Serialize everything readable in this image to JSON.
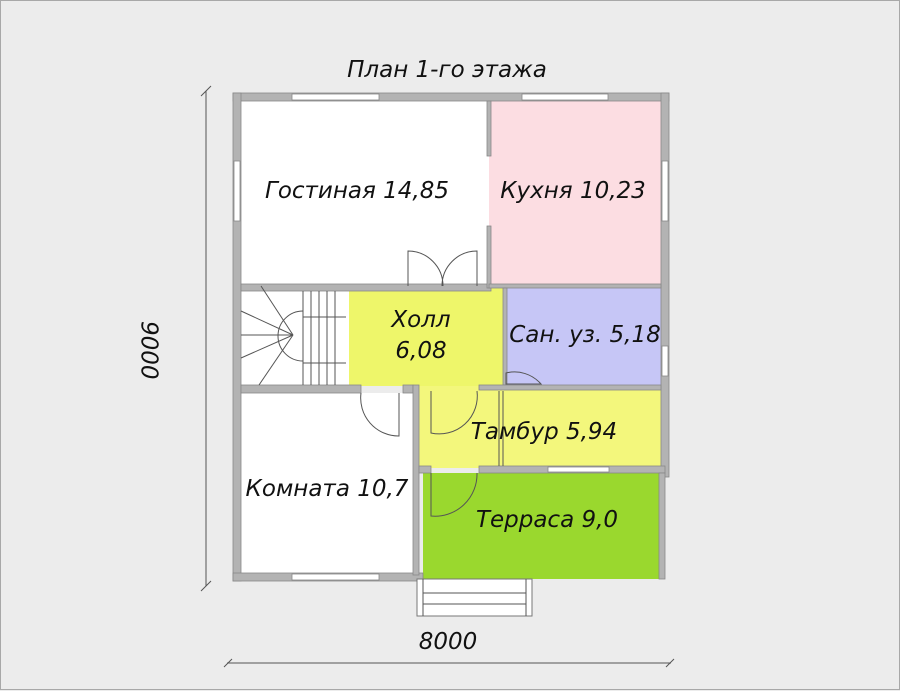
{
  "title": "План 1-го этажа",
  "dimensions": {
    "height": "9000",
    "width": "8000"
  },
  "rooms": [
    {
      "name": "Гостиная 14,85",
      "color": "#ffffff"
    },
    {
      "name": "Кухня 10,23",
      "color": "#fcdde2"
    },
    {
      "name": "Холл",
      "area": "6,08",
      "color": "#eef66a"
    },
    {
      "name": "Сан. уз. 5,18",
      "color": "#c6c6f6"
    },
    {
      "name": "Тамбур 5,94",
      "color": "#f3f77c"
    },
    {
      "name": "Комната 10,7",
      "color": "#ffffff"
    },
    {
      "name": "Терраса 9,0",
      "color": "#9ad82e"
    }
  ]
}
